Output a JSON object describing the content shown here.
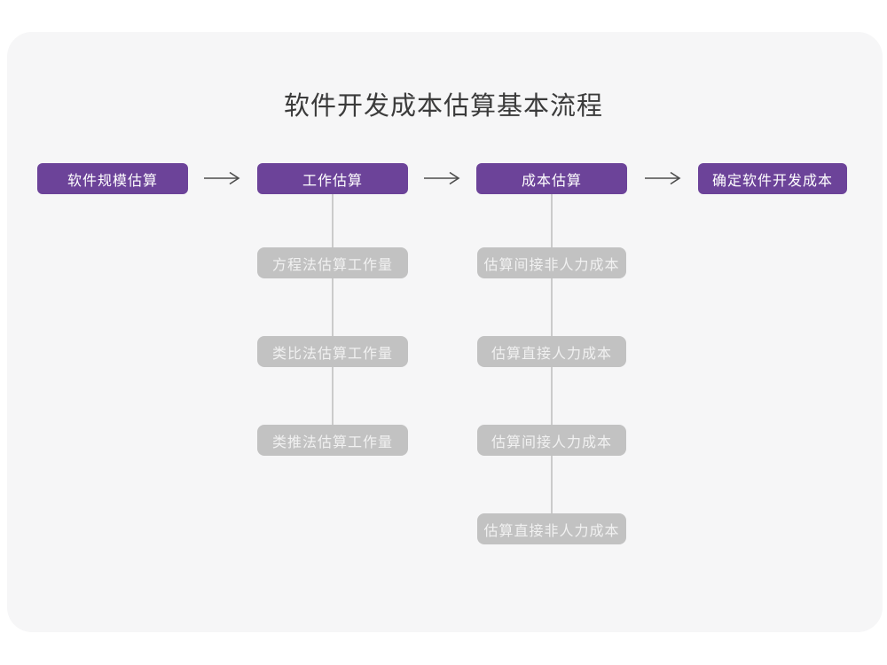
{
  "title": "软件开发成本估算基本流程",
  "colors": {
    "accent_purple": "#6c4399",
    "sub_node_gray": "#c2c2c2",
    "card_background": "#f6f6f7",
    "arrow": "#4d4d4d",
    "connector_line": "#cbcbcb"
  },
  "flow": {
    "main": [
      {
        "label": "软件规模估算"
      },
      {
        "label": "工作估算"
      },
      {
        "label": "成本估算"
      },
      {
        "label": "确定软件开发成本"
      }
    ],
    "work_methods": [
      {
        "label": "方程法估算工作量"
      },
      {
        "label": "类比法估算工作量"
      },
      {
        "label": "类推法估算工作量"
      }
    ],
    "cost_items": [
      {
        "label": "估算间接非人力成本"
      },
      {
        "label": "估算直接人力成本"
      },
      {
        "label": "估算间接人力成本"
      },
      {
        "label": "估算直接非人力成本"
      }
    ]
  }
}
